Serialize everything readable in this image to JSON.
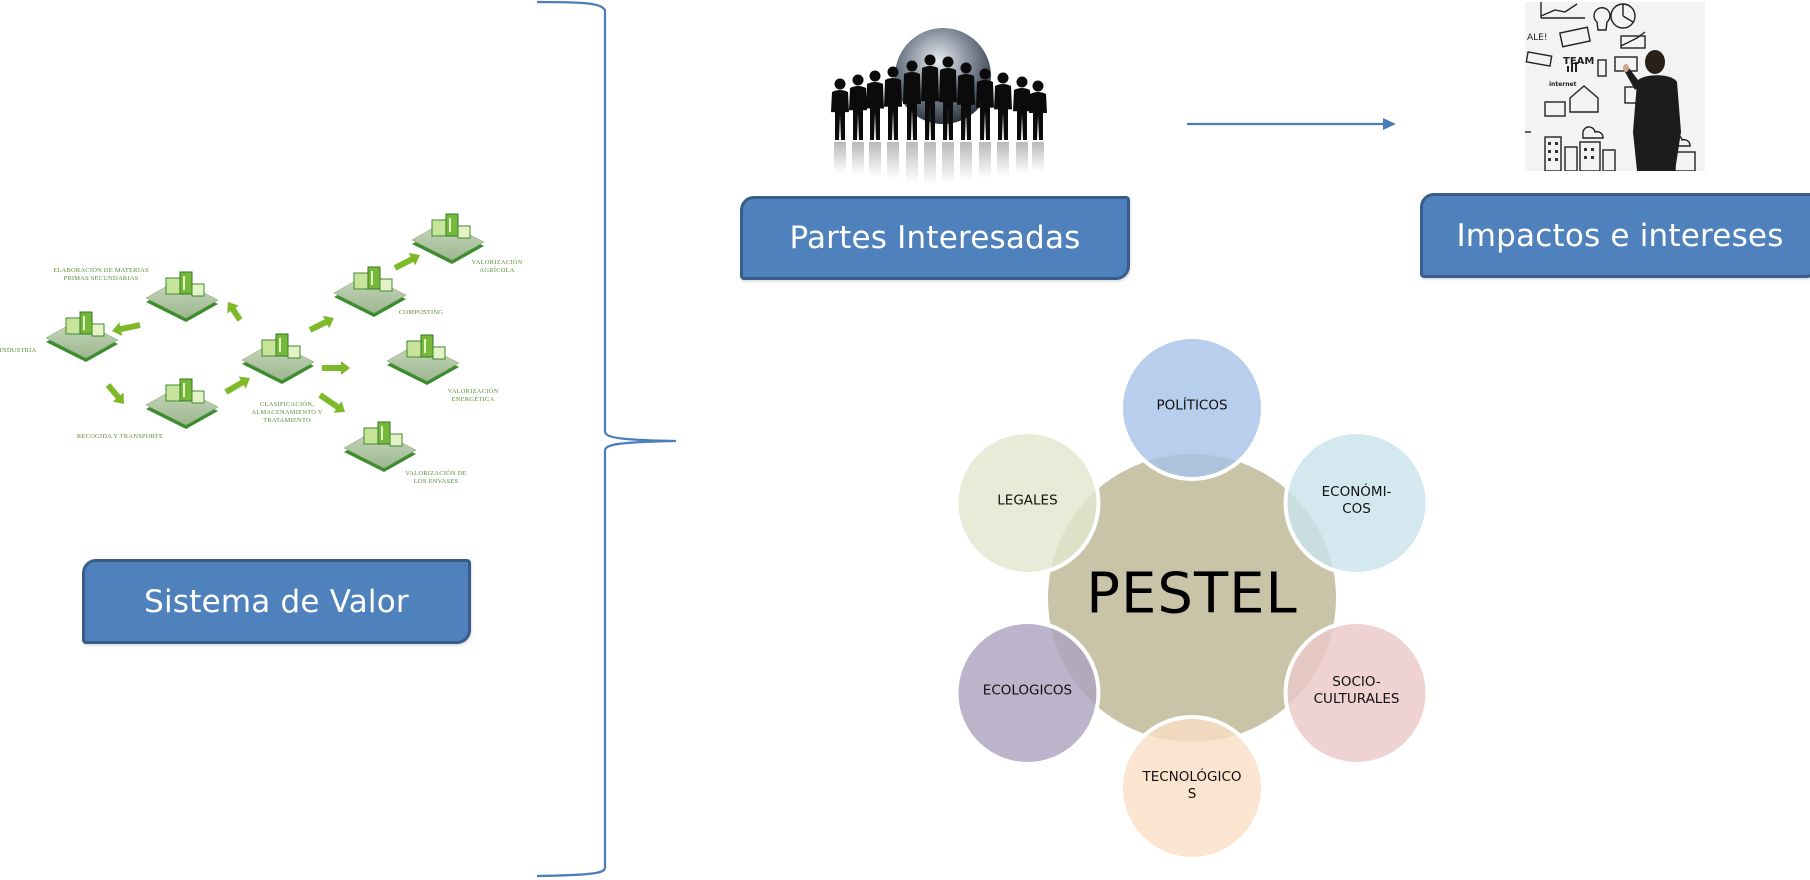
{
  "value_system": {
    "box_label": "Sistema de Valor",
    "diagram": {
      "labels": {
        "elaboracion": "ELABORACIÓN DE MATERIAS\nPRIMAS SECUNDARIAS",
        "industria": "INDUSTRIA",
        "recogida": "RECOGIDA Y TRANSPORTE",
        "clasificacion": "CLASIFICACIÓN,\nALMACENAMIENTO Y\nTRATAMIENTO",
        "composting": "COMPOSTING",
        "agricola": "VALORIZACIÓN\nAGRÍCOLA",
        "energetica": "VALORIZACIÓN\nENERGÉTICA",
        "envases": "VALORIZACIÓN DE\nLOS ENVASES"
      },
      "icons": [
        "factory-icon",
        "warehouse-icon",
        "truck-plant-icon",
        "sorting-plant-icon",
        "compost-icon",
        "crops-icon",
        "power-plant-icon",
        "bottles-icon"
      ]
    }
  },
  "stakeholders": {
    "box_label": "Partes Interesadas",
    "image": "people-globe-image"
  },
  "impacts": {
    "box_label": "Impactos e intereses",
    "image": "businessman-whiteboard-image",
    "whiteboard_words": [
      "TEAM",
      "internet",
      "ALE!"
    ]
  },
  "pestel": {
    "center_label": "PESTEL",
    "center_color": "#C9C3A8",
    "factors": [
      {
        "key": "politicos",
        "label": "POLÍTICOS",
        "color": "#A7C3E8"
      },
      {
        "key": "economicos",
        "label": "ECONÓMI-\nCOS",
        "color": "#C9E4EC"
      },
      {
        "key": "socioculturales",
        "label": "SOCIO-\nCULTURALES",
        "color": "#EBC9C9"
      },
      {
        "key": "tecnologicos",
        "label": "TECNOLÓGICO\nS",
        "color": "#FADEC6"
      },
      {
        "key": "ecologicos",
        "label": "ECOLOGICOS",
        "color": "#ADA3BE"
      },
      {
        "key": "legales",
        "label": "LEGALES",
        "color": "#E0E8CE"
      }
    ]
  },
  "colors": {
    "box_fill": "#4F81BD",
    "box_border": "#385D8A",
    "connector": "#4A7EBB",
    "diagram_green": "#7DB928"
  }
}
